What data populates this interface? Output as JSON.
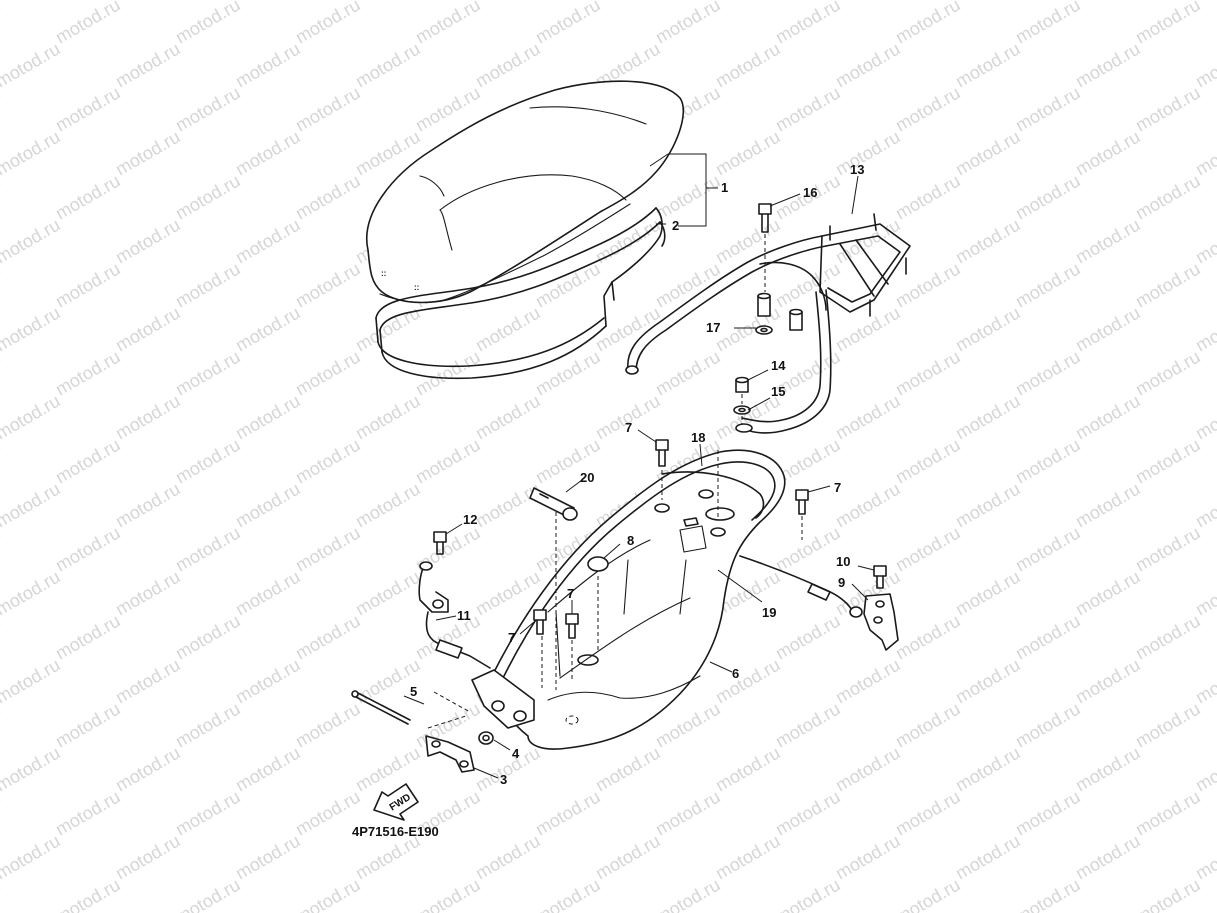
{
  "watermark": "motod.ru",
  "drawing_code": "4P71516-E190",
  "fwd_label": "FWD",
  "callouts": {
    "c1": "1",
    "c2": "2",
    "c3": "3",
    "c4": "4",
    "c5": "5",
    "c6": "6",
    "c7a": "7",
    "c7b": "7",
    "c7c": "7",
    "c7d": "7",
    "c8": "8",
    "c9": "9",
    "c10": "10",
    "c11": "11",
    "c12": "12",
    "c13": "13",
    "c14": "14",
    "c15": "15",
    "c16": "16",
    "c17": "17",
    "c18": "18",
    "c19": "19",
    "c20": "20"
  }
}
